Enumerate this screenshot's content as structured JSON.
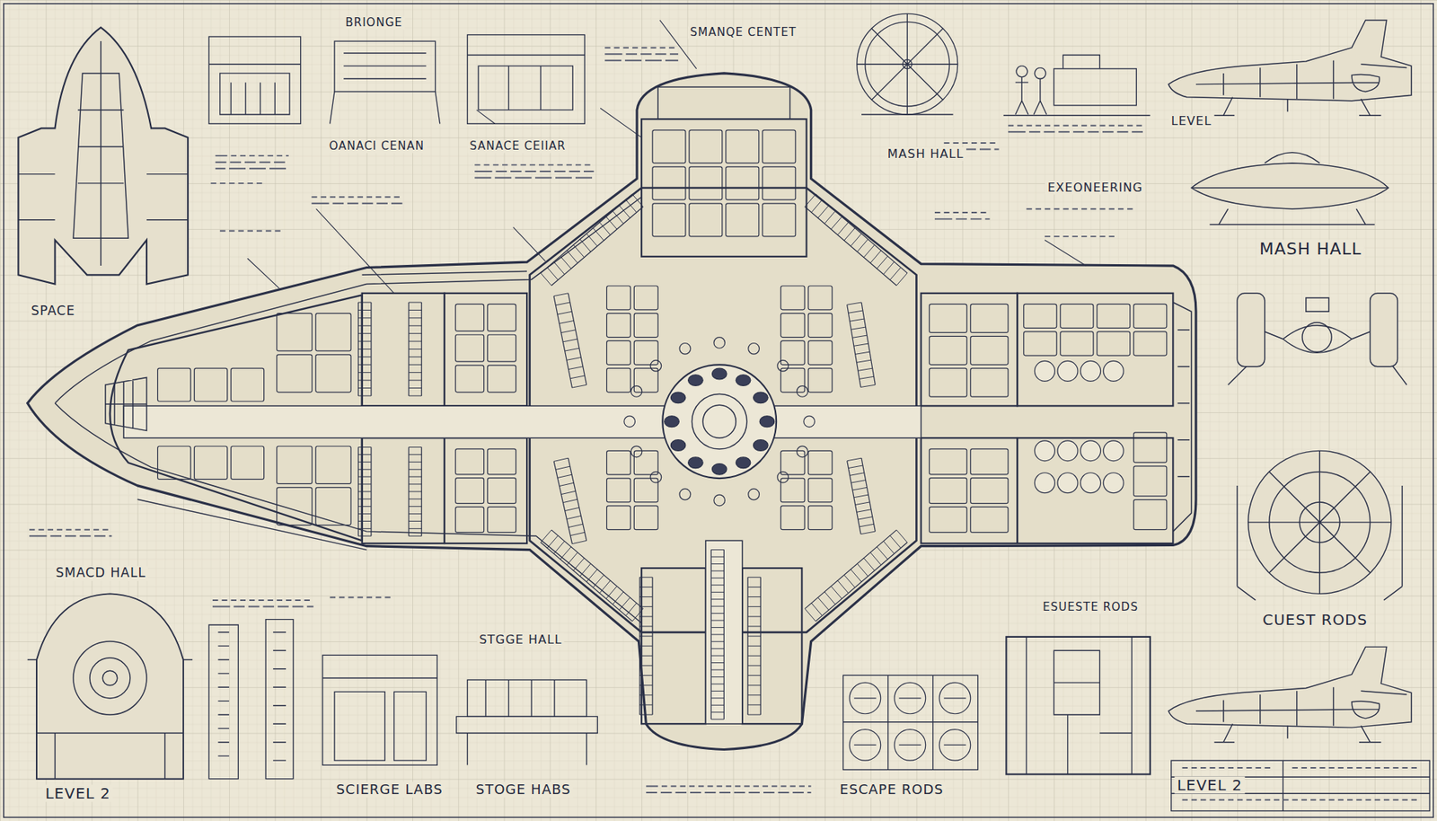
{
  "diagram": {
    "labels": [
      "BRIONGE",
      "SMANQE CENTET",
      "OANACI CENAN",
      "SANACE CEIIAR",
      "MASH HALL",
      "EXEONEERING",
      "LEVEL",
      "MASH HALL",
      "SPACE",
      "SMACD HALL",
      "STGGE HALL",
      "ESUESTE RODS",
      "CUEST RODS",
      "LEVEL 2",
      "SCIERGE LABS",
      "STOGE HABS",
      "ESCAPE RODS",
      "LEVEL 2"
    ]
  }
}
